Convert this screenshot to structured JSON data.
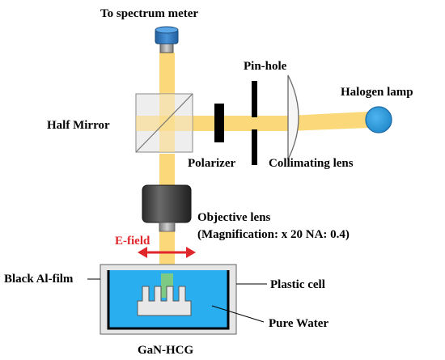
{
  "labels": {
    "spectrum_meter": "To spectrum meter",
    "pin_hole": "Pin-hole",
    "halogen_lamp": "Halogen lamp",
    "half_mirror": "Half Mirror",
    "polarizer": "Polarizer",
    "collimating_lens": "Collimating lens",
    "objective_lens": "Objective lens",
    "magnification": "(Magnification: x 20 NA: 0.4)",
    "e_field": "E-field",
    "black_al_film": "Black Al-film",
    "plastic_cell": "Plastic cell",
    "pure_water": "Pure Water",
    "gan_hcg": "GaN-HCG"
  },
  "colors": {
    "beam": "#fbd87a",
    "water": "#29aef0",
    "lamp": "#2a9be0",
    "e_field": "#e0262a",
    "meter_top": "#2f79c0",
    "lens_body": "#3a3a3a",
    "sample": "#e8e8e8",
    "green_spot": "#8ccf72"
  },
  "icons": {
    "meter": "spectrum-meter-icon",
    "lamp": "halogen-lamp-icon",
    "mirror": "half-mirror-icon",
    "objective": "objective-lens-icon",
    "arrow": "double-arrow-icon"
  }
}
